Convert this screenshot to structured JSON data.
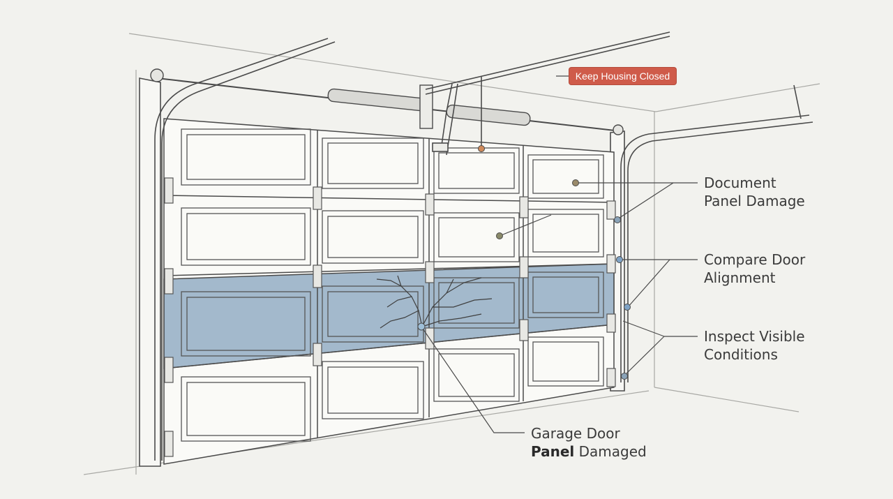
{
  "warning_label": "Keep Housing Closed",
  "callouts": {
    "document_damage": [
      "Document",
      "Panel Damage"
    ],
    "compare_alignment": [
      "Compare Door",
      "Alignment"
    ],
    "inspect_conditions": [
      "Inspect Visible",
      "Conditions"
    ],
    "panel_damaged": {
      "line1": "Garage Door",
      "bold": "Panel",
      "rest": " Damaged"
    }
  },
  "colors": {
    "background": "#f2f2ee",
    "line": "#4a4a4a",
    "highlight_panel": "#93adc4",
    "warning": "#cf5b4a",
    "dot_blue": "#7fa3c6",
    "dot_orange": "#d08a5a",
    "dot_olive": "#9a8a6a"
  }
}
